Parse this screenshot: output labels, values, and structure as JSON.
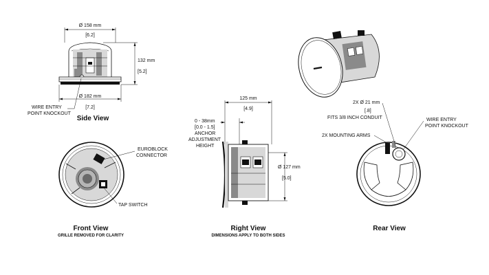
{
  "side_view": {
    "title": "Side View",
    "dim_top_mm": "Ø 158 mm",
    "dim_top_in": "[6.2]",
    "dim_height_mm": "132 mm",
    "dim_height_in": "[5.2]",
    "dim_bottom_mm": "Ø 182 mm",
    "dim_bottom_in": "[7.2]",
    "callout_line1": "WIRE ENTRY",
    "callout_line2": "POINT KNOCKOUT"
  },
  "front_view": {
    "title": "Front View",
    "subtitle": "GRILLE REMOVED FOR CLARITY",
    "callout_euroblock_1": "EUROBLOCK",
    "callout_euroblock_2": "CONNECTOR",
    "callout_tap": "TAP SWITCH"
  },
  "right_view": {
    "title": "Right View",
    "subtitle": "DIMENSIONS APPLY TO BOTH SIDES",
    "dim_depth_mm": "125 mm",
    "dim_depth_in": "[4.9]",
    "anchor_mm": "0 - 38mm",
    "anchor_in": "[0.0 - 1.5]",
    "anchor_label1": "ANCHOR",
    "anchor_label2": "ADJUSTMENT",
    "anchor_label3": "HEIGHT",
    "dim_dia_mm": "Ø 127 mm",
    "dim_dia_in": "[5.0]"
  },
  "rear_view": {
    "title": "Rear View",
    "conduit_mm": "2X Ø 21 mm",
    "conduit_in": "[.8]",
    "conduit_note": "FITS 3/8 INCH CONDUIT",
    "arms_label": "2X MOUNTING ARMS",
    "wire_line1": "WIRE ENTRY",
    "wire_line2": "POINT KNOCKOUT"
  }
}
